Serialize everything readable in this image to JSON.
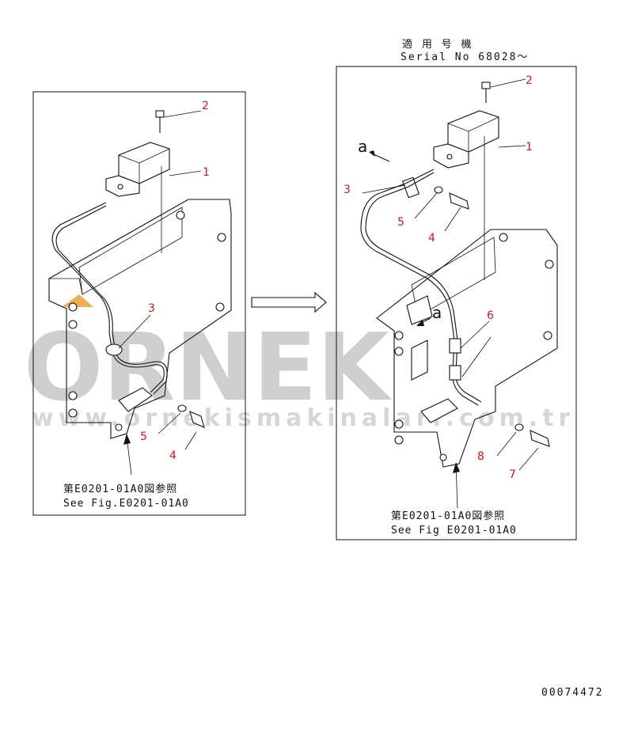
{
  "header": {
    "applicable_label": "適 用 号 機",
    "serial_label": "Serial No 68028～"
  },
  "watermark": {
    "brand": "ORNEK",
    "url": "www.ornekismakinalari.com.tr"
  },
  "left_panel": {
    "callouts": [
      "1",
      "2",
      "3",
      "4",
      "5"
    ],
    "ref_jp": "第E0201-01A0図参照",
    "ref_en": "See Fig.E0201-01A0"
  },
  "right_panel": {
    "callouts": [
      "1",
      "2",
      "3",
      "4",
      "5",
      "6",
      "7",
      "8"
    ],
    "view_label": "a",
    "ref_jp": "第E0201-01A0図参照",
    "ref_en": "See Fig E0201-01A0"
  },
  "footer": {
    "drawing_number": "00074472"
  },
  "colors": {
    "callout": "#c8191e",
    "line": "#111111",
    "watermark": "#cfcfcf",
    "watermark_accent": "#e8a23a"
  }
}
